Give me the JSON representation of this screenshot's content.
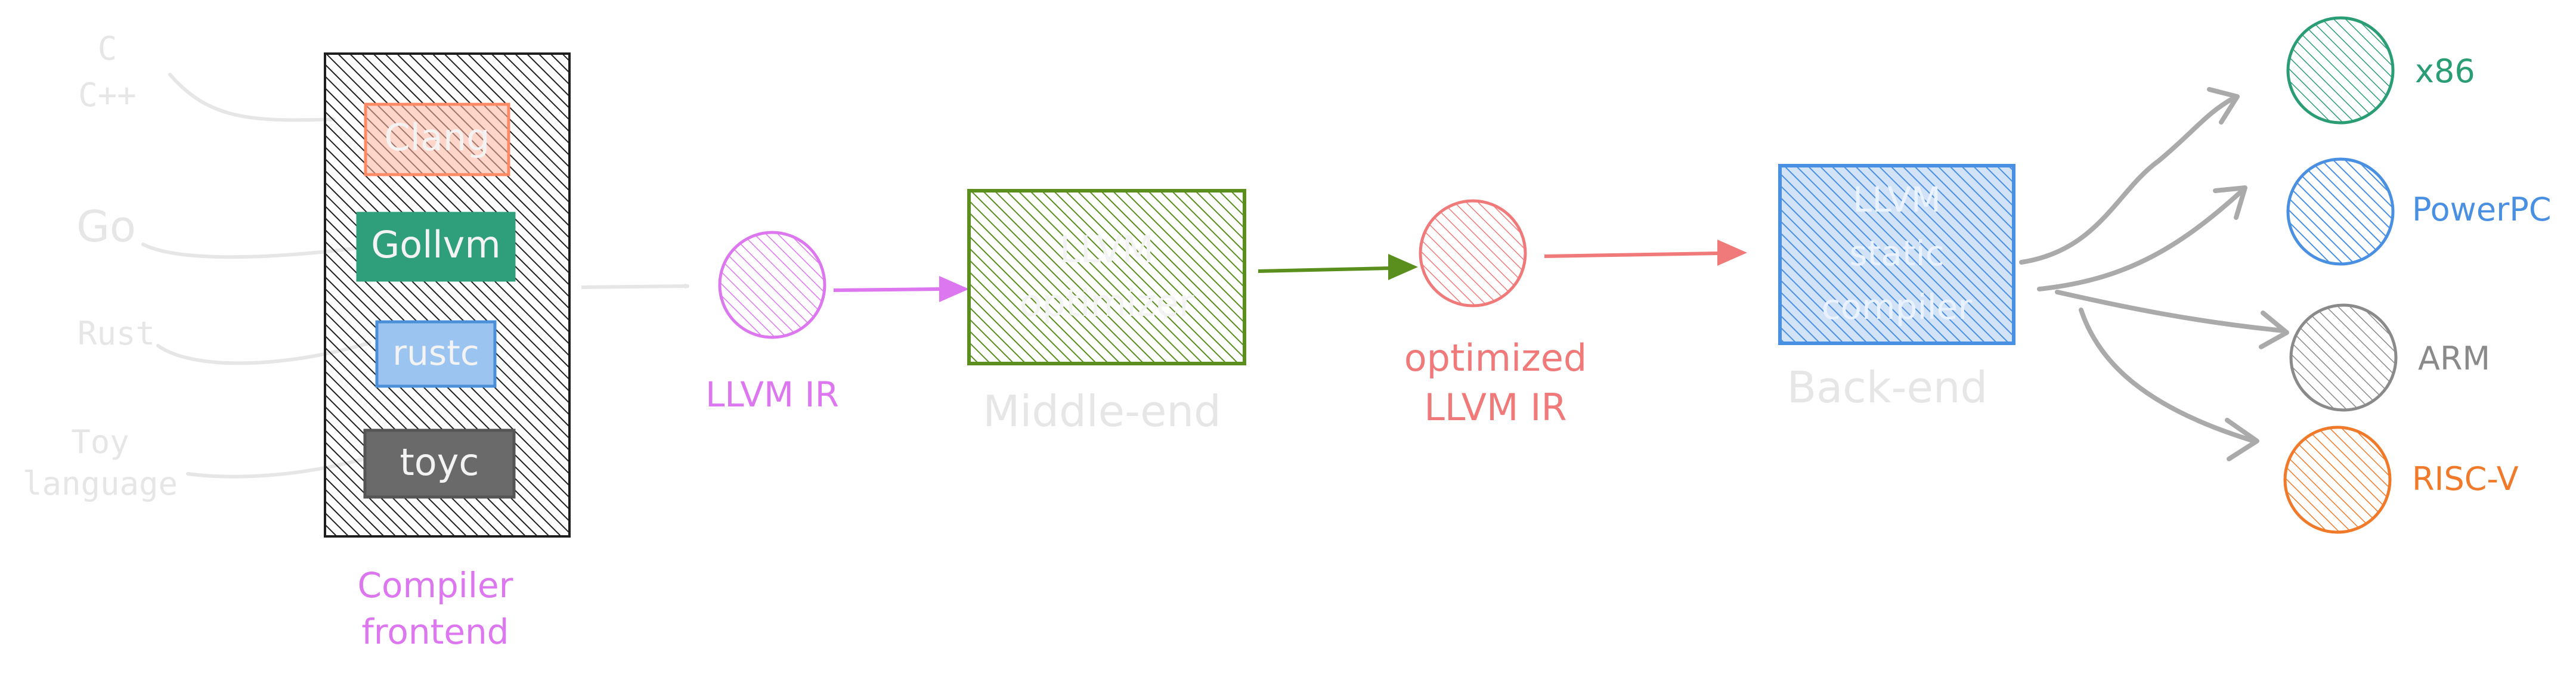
{
  "colors": {
    "background": "#ffffff",
    "faint_text": "#e6e6e6",
    "frontend_box": "#1e1e1e",
    "clang": "#ff8a65",
    "gollvm": "#2f9e7a",
    "rustc": "#4a90d9",
    "toyc": "#555555",
    "llvm_ir": "#dd77f0",
    "optimizer": "#5a8f1e",
    "optimized_ir": "#f07a7a",
    "backend": "#4a90e2",
    "x86": "#2a9d74",
    "powerpc": "#4a90e2",
    "arm": "#8a8a8a",
    "riscv": "#f07a2a",
    "connector_gray": "#aaaaaa"
  },
  "languages": [
    {
      "id": "c-cpp",
      "lines": [
        "C",
        "C++"
      ]
    },
    {
      "id": "go",
      "lines": [
        "Go"
      ]
    },
    {
      "id": "rust",
      "lines": [
        "Rust"
      ]
    },
    {
      "id": "toy",
      "lines": [
        "Toy",
        "language"
      ]
    }
  ],
  "frontend": {
    "compilers": [
      "Clang",
      "Gollvm",
      "rustc",
      "toyc"
    ],
    "caption_lines": [
      "Compiler",
      "frontend"
    ]
  },
  "llvm_ir": {
    "caption": "LLVM IR"
  },
  "middle": {
    "box_lines": [
      "LLVM",
      "optimizer"
    ],
    "caption": "Middle-end"
  },
  "optimized_ir": {
    "caption_lines": [
      "optimized",
      "LLVM IR"
    ]
  },
  "backend": {
    "box_lines": [
      "LLVM",
      "static",
      "compiler"
    ],
    "caption": "Back-end"
  },
  "targets": [
    {
      "id": "x86",
      "label": "x86"
    },
    {
      "id": "powerpc",
      "label": "PowerPC"
    },
    {
      "id": "arm",
      "label": "ARM"
    },
    {
      "id": "riscv",
      "label": "RISC-V"
    }
  ]
}
